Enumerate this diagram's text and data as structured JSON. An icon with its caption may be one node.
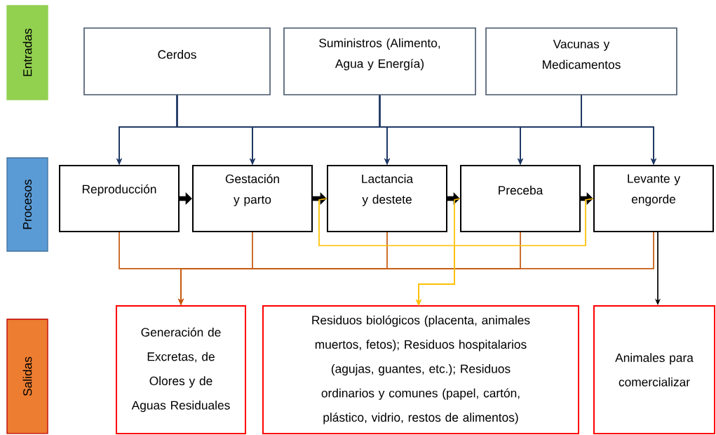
{
  "diagram": {
    "nodes": [
      {
        "text": [
          "Entradas"
        ]
      },
      {
        "text": [
          "Cerdos"
        ]
      },
      {
        "text": [
          "Suministros (Alimento, Agua y Energía)"
        ]
      },
      {
        "text": [
          "Vacunas y Medicamentos"
        ]
      },
      {
        "text": [
          "Procesos"
        ]
      },
      {
        "text": [
          "Reproducción"
        ]
      },
      {
        "text": [
          "Gestación y parto"
        ]
      },
      {
        "text": [
          "Lactancia y destete"
        ]
      },
      {
        "text": [
          "Preceba"
        ]
      },
      {
        "text": [
          "Levante y engorde"
        ]
      },
      {
        "text": [
          "Salidas"
        ]
      },
      {
        "text": [
          "Generación de Excretas, de Olores y de Aguas Residuales"
        ]
      },
      {
        "text": [
          "Residuos biológicos (placenta, animales muertos, fetos); Residuos hospitalarios (agujas, guantes, etc.); Residuos ordinarios y comunes (papel, cartón, plástico, vidrio, restos de alimentos)"
        ]
      },
      {
        "text": [
          "Animales para comercializar"
        ]
      }
    ],
    "edges": [
      {
        "from": 1,
        "to": 5,
        "arrow": "to",
        "color": "#1f3864"
      },
      {
        "from": 1,
        "to": 6,
        "arrow": "to",
        "color": "#1f3864"
      },
      {
        "from": 1,
        "to": 7,
        "arrow": "to",
        "color": "#1f3864"
      },
      {
        "from": 1,
        "to": 8,
        "arrow": "to",
        "color": "#1f3864"
      },
      {
        "from": 1,
        "to": 9,
        "arrow": "to",
        "color": "#1f3864"
      },
      {
        "from": 2,
        "to": 5,
        "arrow": "to",
        "color": "#1f3864"
      },
      {
        "from": 2,
        "to": 6,
        "arrow": "to",
        "color": "#1f3864"
      },
      {
        "from": 2,
        "to": 7,
        "arrow": "to",
        "color": "#1f3864"
      },
      {
        "from": 2,
        "to": 8,
        "arrow": "to",
        "color": "#1f3864"
      },
      {
        "from": 2,
        "to": 9,
        "arrow": "to",
        "color": "#1f3864"
      },
      {
        "from": 3,
        "to": 5,
        "arrow": "to",
        "color": "#1f3864"
      },
      {
        "from": 3,
        "to": 6,
        "arrow": "to",
        "color": "#1f3864"
      },
      {
        "from": 3,
        "to": 7,
        "arrow": "to",
        "color": "#1f3864"
      },
      {
        "from": 3,
        "to": 8,
        "arrow": "to",
        "color": "#1f3864"
      },
      {
        "from": 3,
        "to": 9,
        "arrow": "to",
        "color": "#1f3864"
      },
      {
        "from": 5,
        "to": 6,
        "arrow": "to",
        "style": "thick",
        "color": "#000000"
      },
      {
        "from": 6,
        "to": 7,
        "arrow": "to",
        "style": "thick",
        "color": "#000000"
      },
      {
        "from": 7,
        "to": 8,
        "arrow": "to",
        "style": "thick",
        "color": "#000000"
      },
      {
        "from": 8,
        "to": 9,
        "arrow": "to",
        "style": "thick",
        "color": "#000000"
      },
      {
        "from": 5,
        "to": 11,
        "arrow": "to",
        "color": "#c55a11"
      },
      {
        "from": 6,
        "to": 11,
        "arrow": "to",
        "color": "#c55a11"
      },
      {
        "from": 7,
        "to": 11,
        "arrow": "to",
        "color": "#c55a11"
      },
      {
        "from": 8,
        "to": 11,
        "arrow": "to",
        "color": "#c55a11"
      },
      {
        "from": 9,
        "to": 11,
        "arrow": "to",
        "color": "#c55a11"
      },
      {
        "from": 7,
        "to": 12,
        "arrow": "to",
        "color": "#ffc000"
      },
      {
        "from": 8,
        "to": 12,
        "arrow": "to",
        "color": "#ffc000"
      },
      {
        "from": 9,
        "to": 12,
        "arrow": "to",
        "color": "#ffc000"
      },
      {
        "from": 9,
        "to": 13,
        "arrow": "to",
        "color": "#000000"
      }
    ]
  }
}
